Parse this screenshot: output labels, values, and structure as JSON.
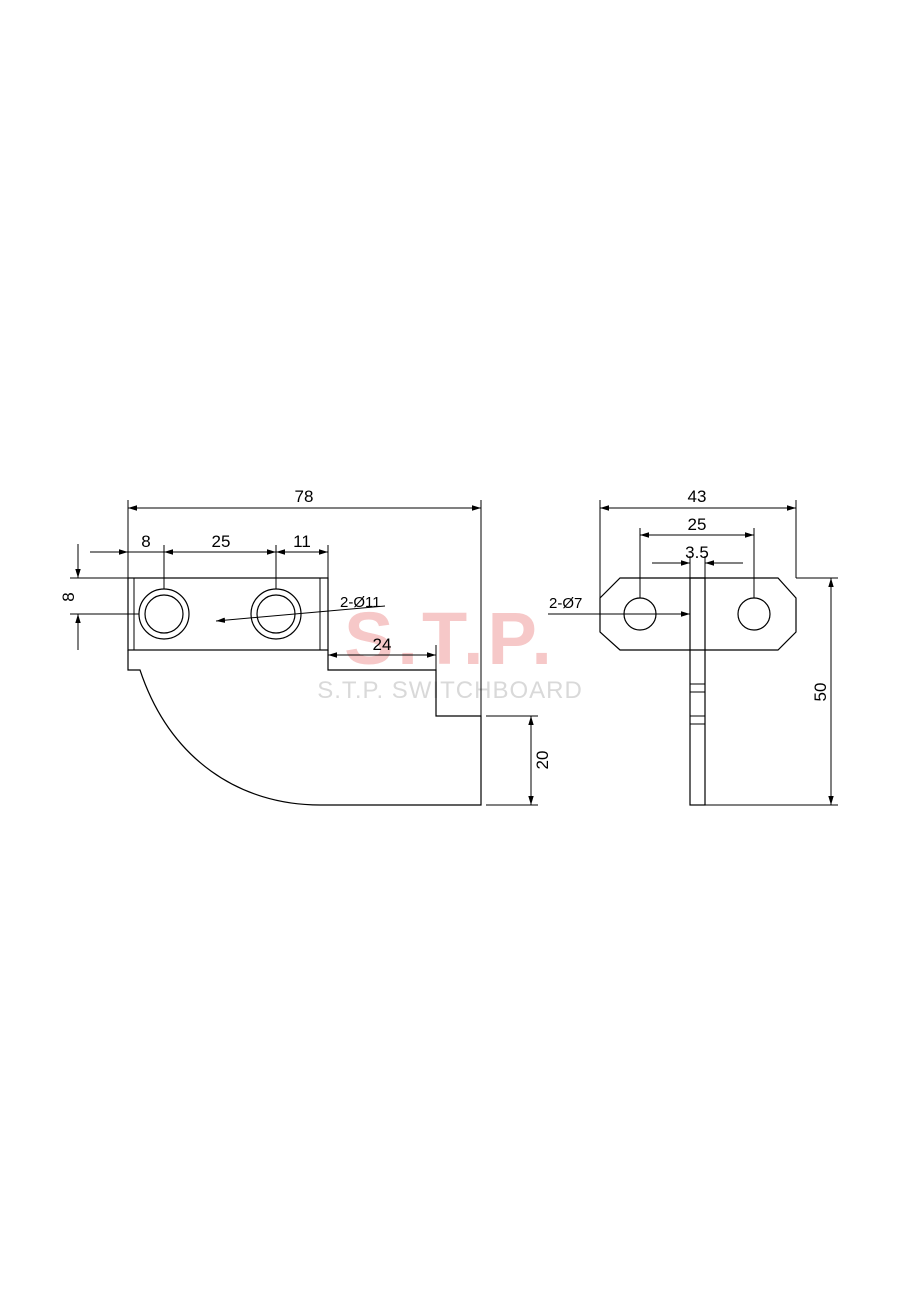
{
  "watermark": {
    "logo_text": "S.T.P.",
    "subtitle": "S.T.P. SWITCHBOARD"
  },
  "side_view": {
    "dims": {
      "overall_length": "78",
      "edge_to_hole": "8",
      "hole_spacing": "25",
      "hole_to_end": "11",
      "height": "8",
      "holes": "2-Ø11",
      "step_length": "24",
      "foot_height": "20"
    }
  },
  "front_view": {
    "dims": {
      "width": "43",
      "hole_spacing": "25",
      "thickness": "3.5",
      "holes": "2-Ø7",
      "height": "50"
    }
  }
}
